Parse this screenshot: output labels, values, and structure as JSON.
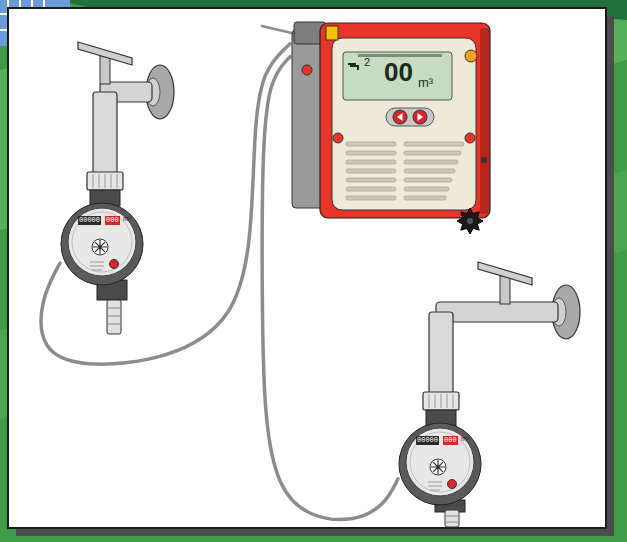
{
  "diagram": {
    "nodes": [
      {
        "text": [
          "2",
          "00",
          "m³"
        ]
      },
      {
        "text": [
          "00000",
          "000",
          "m³"
        ]
      },
      {
        "text": [
          "00000",
          "000",
          "m³"
        ]
      }
    ],
    "edges": [
      {
        "from": 1,
        "to": 0,
        "arrow": "none"
      },
      {
        "from": 2,
        "to": 0,
        "arrow": "none"
      }
    ]
  }
}
